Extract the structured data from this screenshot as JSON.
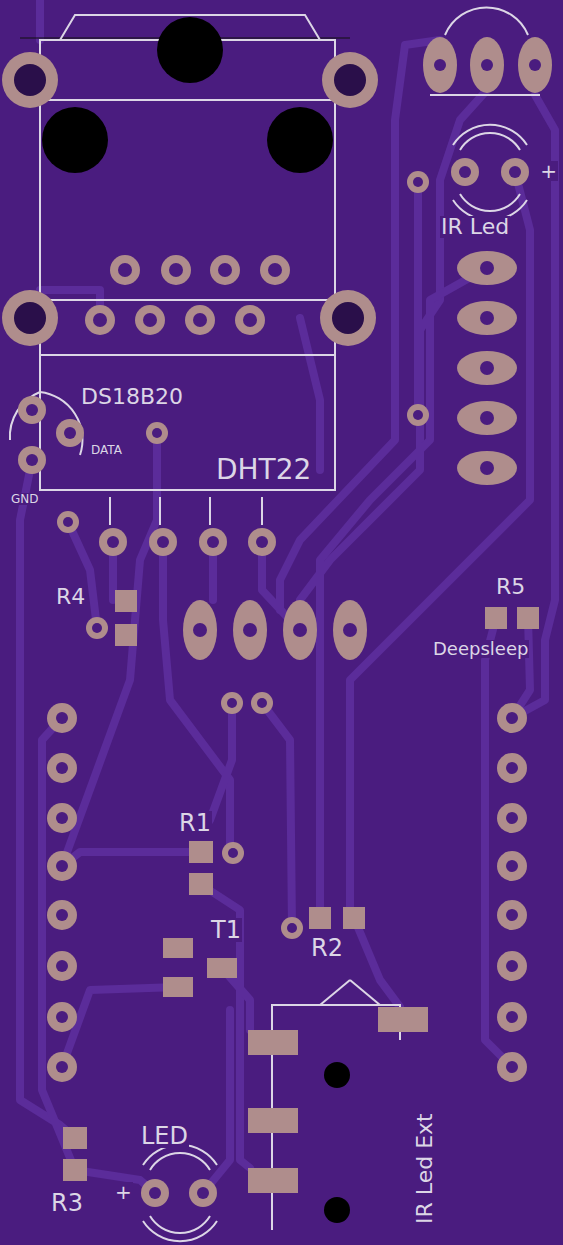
{
  "diagram": {
    "labels": [
      "DS18B20",
      "DATA",
      "GND",
      "DHT22",
      "IR Led",
      "+",
      "R4",
      "R5",
      "Deepsleep",
      "R1",
      "T1",
      "R2",
      "IR Led Ext",
      "LED",
      "+",
      "R3"
    ]
  }
}
